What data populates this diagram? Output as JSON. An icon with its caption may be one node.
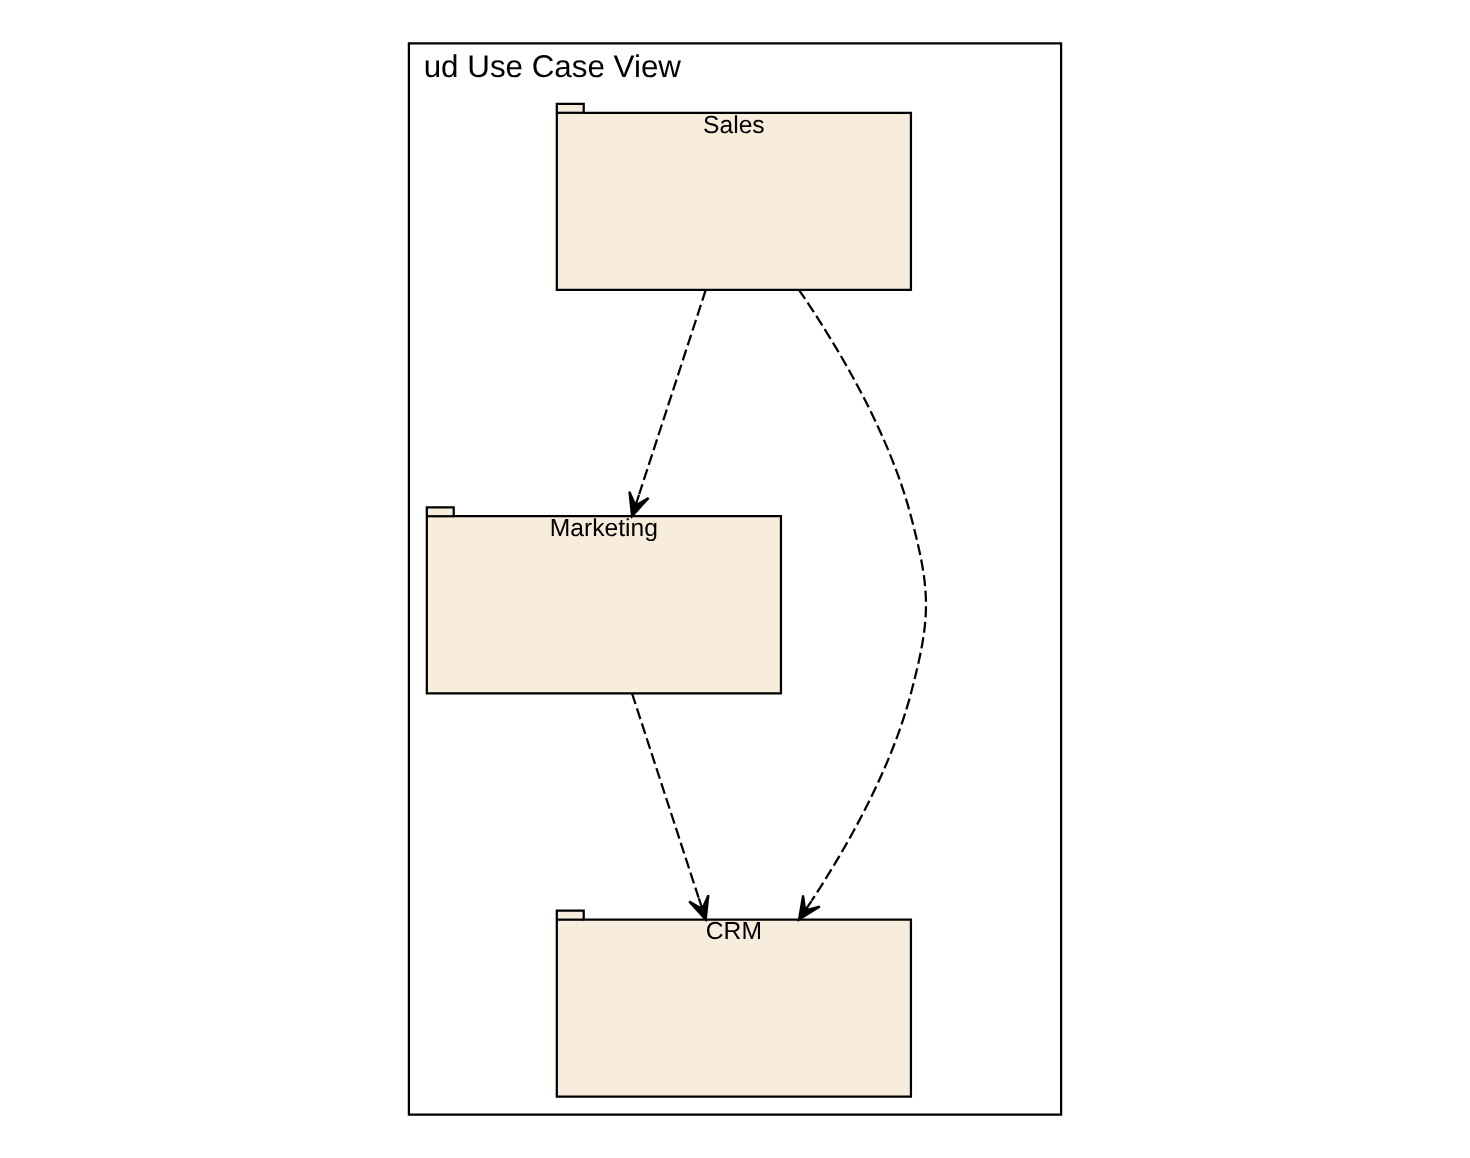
{
  "diagram": {
    "nodes": [
      {
        "text": [
          "ud Use Case View"
        ]
      },
      {
        "text": [
          "Sales"
        ],
        "in": 0
      },
      {
        "text": [
          "Marketing"
        ],
        "in": 0
      },
      {
        "text": [
          "CRM"
        ],
        "in": 0
      }
    ],
    "edges": [
      {
        "from": 1,
        "to": 2,
        "arrow": "to",
        "style": "dashed"
      },
      {
        "from": 1,
        "to": 3,
        "arrow": "to",
        "style": "dashed"
      },
      {
        "from": 2,
        "to": 3,
        "arrow": "to",
        "style": "dashed"
      }
    ]
  }
}
